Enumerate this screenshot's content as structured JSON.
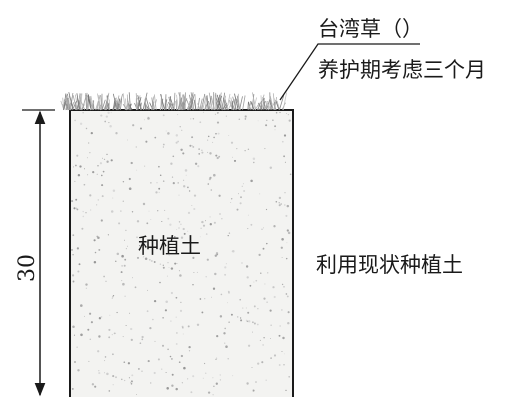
{
  "annotation": {
    "line1": "台湾草（）",
    "line2": "养护期考虑三个月"
  },
  "soil_label": "种植土",
  "side_note": "利用现状种植土",
  "dimension": {
    "value": "30"
  }
}
